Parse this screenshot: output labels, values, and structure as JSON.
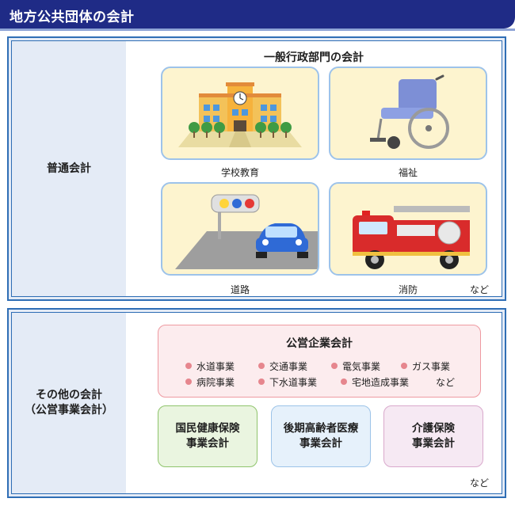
{
  "header": {
    "title": "地方公共団体の会計"
  },
  "general": {
    "side_label": "普通会計",
    "group_title": "一般行政部門の会計",
    "cards": [
      {
        "label": "学校教育",
        "icon": "school-building-icon"
      },
      {
        "label": "福祉",
        "icon": "wheelchair-icon"
      },
      {
        "label": "道路",
        "icon": "road-car-traffic-light-icon"
      },
      {
        "label": "消防",
        "icon": "fire-truck-icon"
      }
    ],
    "more": "など"
  },
  "other": {
    "side_label_line1": "その他の会計",
    "side_label_line2": "（公営事業会計）",
    "public_enterprise": {
      "title": "公営企業会計",
      "items": [
        "水道事業",
        "交通事業",
        "電気事業",
        "ガス事業",
        "病院事業",
        "下水道事業",
        "宅地造成事業"
      ],
      "more": "など"
    },
    "insurance": [
      {
        "line1": "国民健康保険",
        "line2": "事業会計"
      },
      {
        "line1": "後期高齢者医療",
        "line2": "事業会計"
      },
      {
        "line1": "介護保険",
        "line2": "事業会計"
      }
    ],
    "more": "など"
  },
  "colors": {
    "header": "#1f2b86",
    "section_border": "#2f6eb5",
    "card_bg": "#fdf4cf",
    "pink": "#fcecee",
    "green": "#eaf5e0",
    "blue": "#e6f1fb",
    "purple": "#f6e9f3"
  }
}
